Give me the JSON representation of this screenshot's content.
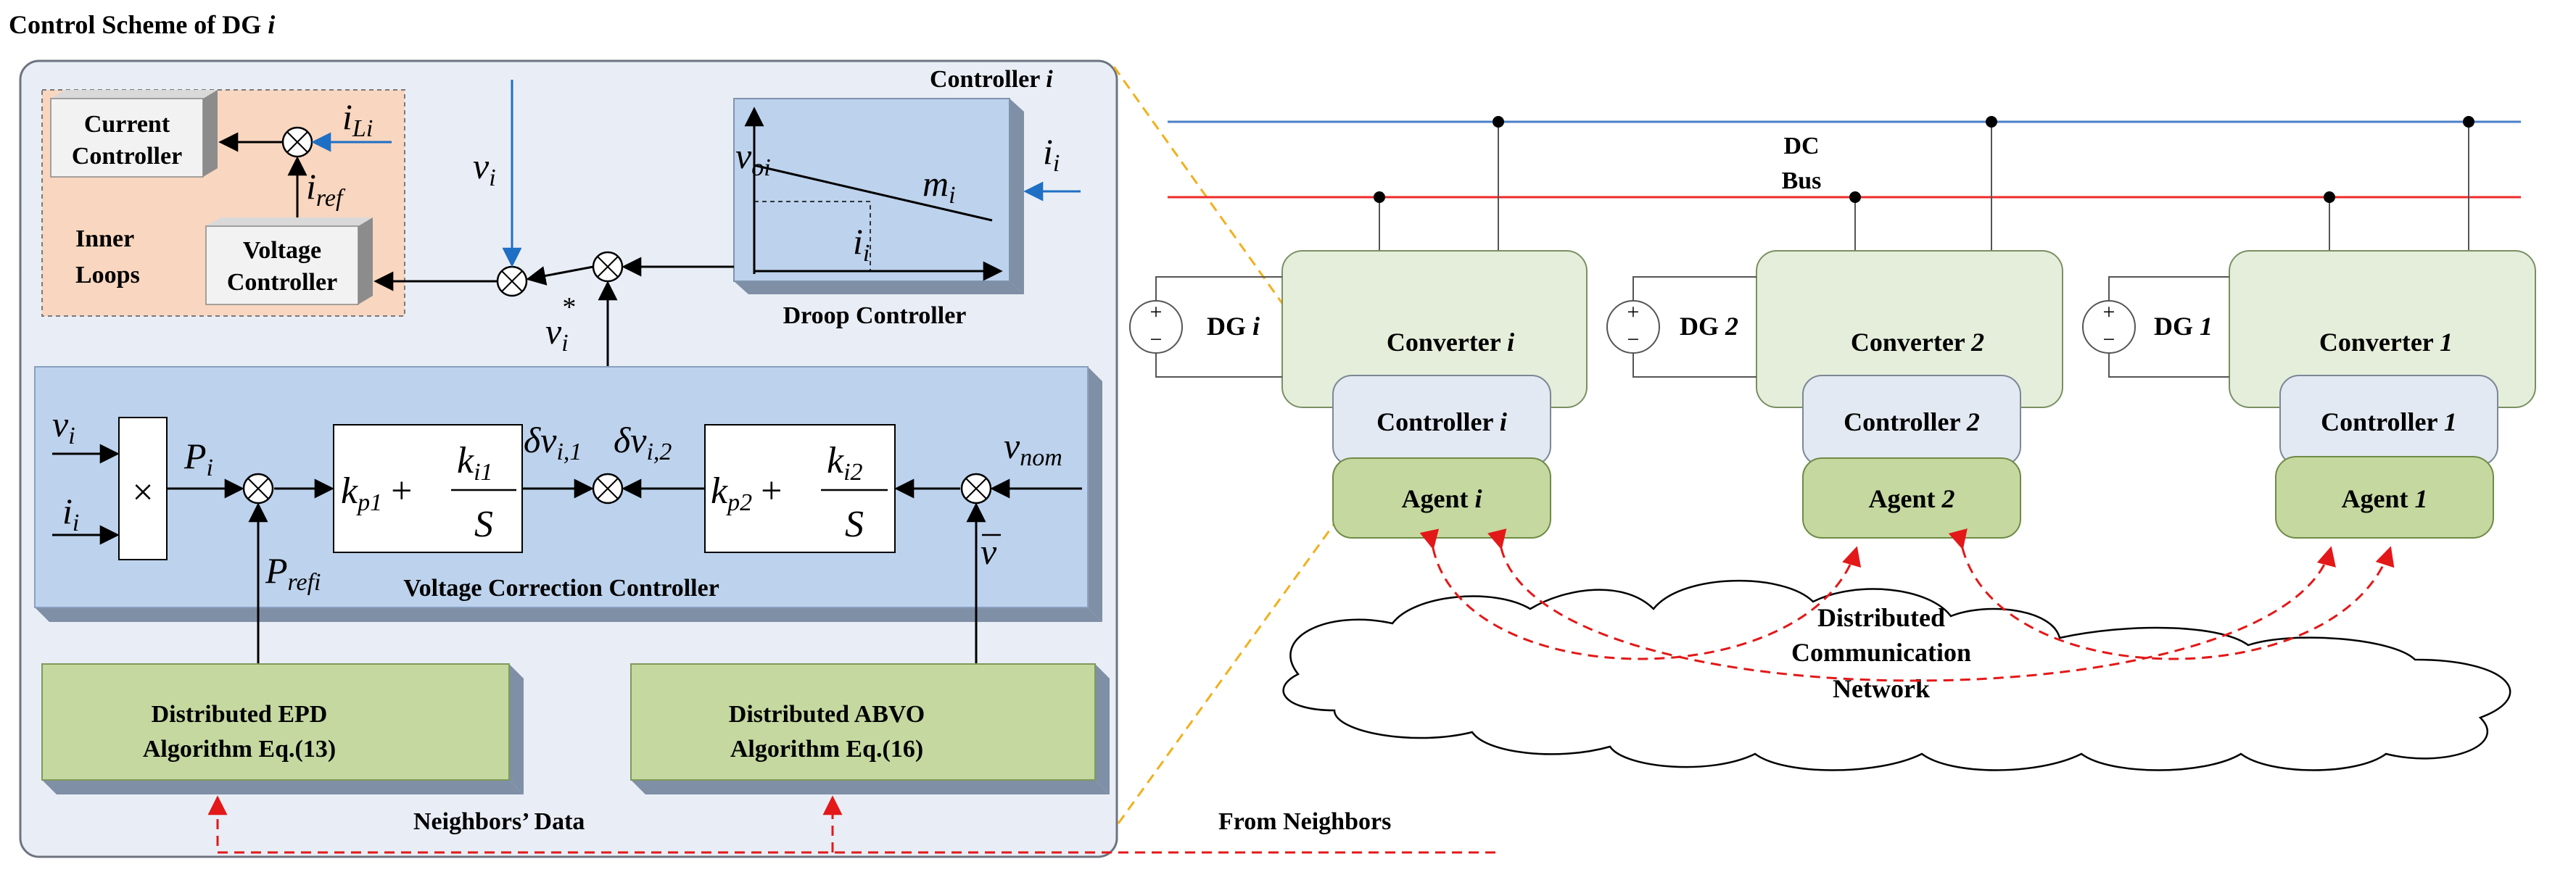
{
  "colors": {
    "dc_bus_blue": "#4a7fc6",
    "dc_bus_red": "#ee2a2a",
    "dashed_red": "#e31818",
    "dashed_orange": "#f2b01e",
    "inner_loops_fill": "#f9d6bf",
    "panel_blue": "#bdd2ec",
    "green_block": "#c4d8a0",
    "converter_fill": "#e5eedb",
    "controller_fill": "#e2e9f2",
    "outer_panel": "#e9eef6"
  },
  "left": {
    "title_prefix": "Control Scheme of DG ",
    "title_var": "i",
    "controller_prefix": "Controller ",
    "controller_var": "i",
    "inner_loops": {
      "label_line1": "Inner",
      "label_line2": "Loops",
      "current_line1": "Current",
      "current_line2": "Controller",
      "voltage_line1": "Voltage",
      "voltage_line2": "Controller",
      "i_L": "i",
      "i_L_sub": "Li",
      "i_ref": "i",
      "i_ref_sub": "ref"
    },
    "droop": {
      "label": "Droop Controller",
      "v_oi": "v",
      "v_oi_sub": "oi",
      "m_i": "m",
      "m_i_sub": "i",
      "i_i": "i",
      "i_i_sub": "i",
      "input_i": "i",
      "input_i_sub": "i"
    },
    "v_i": "v",
    "v_i_sub": "i",
    "v_i_star": "v",
    "v_i_star_sub": "i",
    "v_i_star_sup": "*",
    "vcc": {
      "label": "Voltage Correction Controller",
      "in_v": "v",
      "in_v_sub": "i",
      "in_i": "i",
      "in_i_sub": "i",
      "mult": "×",
      "P_i": "P",
      "P_i_sub": "i",
      "P_ref": "P",
      "P_ref_sub": "refi",
      "pi1_kp": "k",
      "pi1_kp_sub": "p1",
      "pi1_ki": "k",
      "pi1_ki_sub": "i1",
      "pi_S": "S",
      "pi_plus": "+",
      "pi2_kp": "k",
      "pi2_kp_sub": "p2",
      "pi2_ki": "k",
      "pi2_ki_sub": "i2",
      "dv1": "δv",
      "dv1_sub": "i,1",
      "dv2": "δv",
      "dv2_sub": "i,2",
      "v_nom": "v",
      "v_nom_sub": "nom",
      "v_bar": "v"
    },
    "epd_line1": "Distributed EPD",
    "epd_line2": "Algorithm Eq.(13)",
    "abvo_line1": "Distributed ABVO",
    "abvo_line2": "Algorithm Eq.(16)",
    "neighbors_data": "Neighbors’ Data"
  },
  "right": {
    "from_neighbors": "From Neighbors",
    "bus_line1": "DC",
    "bus_line2": "Bus",
    "network_line1": "Distributed",
    "network_line2": "Communication",
    "network_line3": "Network",
    "units": [
      {
        "dg": "DG ",
        "dg_var": "i",
        "converter": "Converter ",
        "converter_var": "i",
        "controller": "Controller ",
        "controller_var": "i",
        "agent": "Agent ",
        "agent_var": "i"
      },
      {
        "dg": "DG ",
        "dg_var": "2",
        "converter": "Converter ",
        "converter_var": "2",
        "controller": "Controller ",
        "controller_var": "2",
        "agent": "Agent ",
        "agent_var": "2"
      },
      {
        "dg": "DG ",
        "dg_var": "1",
        "converter": "Converter ",
        "converter_var": "1",
        "controller": "Controller ",
        "controller_var": "1",
        "agent": "Agent ",
        "agent_var": "1"
      }
    ]
  }
}
